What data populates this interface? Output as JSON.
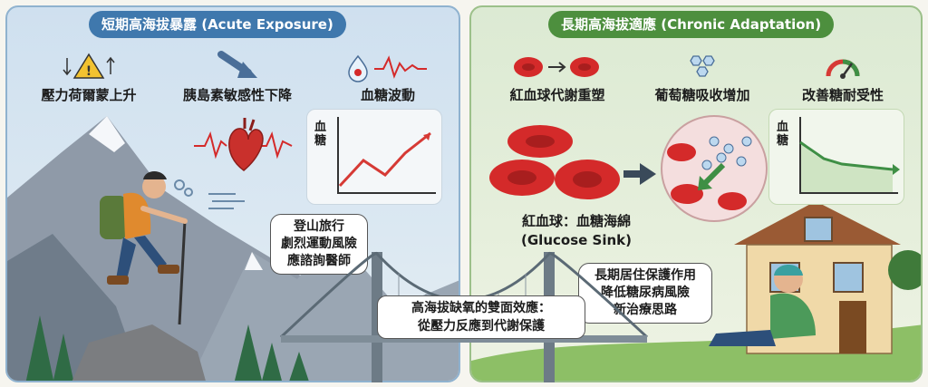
{
  "left_panel": {
    "title": "短期高海拔暴露 (Acute Exposure)",
    "items": [
      {
        "label": "壓力荷爾蒙上升",
        "icon": "warning-stress-icon"
      },
      {
        "label": "胰島素敏感性下降",
        "icon": "down-arrow-icon"
      },
      {
        "label": "血糖波動",
        "icon": "blood-drop-wave-icon"
      }
    ],
    "chart": {
      "y_label": "血糖",
      "trend": "fluctuating-upward"
    },
    "bubble_lines": [
      "登山旅行",
      "劇烈運動風險",
      "應諮詢醫師"
    ]
  },
  "right_panel": {
    "title": "長期高海拔適應 (Chronic Adaptation)",
    "items": [
      {
        "label": "紅血球代謝重塑",
        "icon": "red-cells-icon"
      },
      {
        "label": "葡萄糖吸收增加",
        "icon": "glucose-molecule-icon"
      },
      {
        "label": "改善糖耐受性",
        "icon": "gauge-icon"
      }
    ],
    "rbc_caption": [
      "紅血球：血糖海綿",
      "(Glucose Sink)"
    ],
    "chart": {
      "y_label": "血糖",
      "trend": "decreasing"
    },
    "bubble_lines": [
      "長期居住保護作用",
      "降低糖尿病風險",
      "新治療思路"
    ]
  },
  "bridge": {
    "lines": [
      "高海拔缺氧的雙面效應：",
      "從壓力反應到代謝保護"
    ]
  },
  "colors": {
    "left_title": "#3f78ad",
    "right_title": "#4d8f3e",
    "blood_red": "#d42a2a",
    "chart_red": "#d63a35",
    "chart_green": "#3f8f45"
  }
}
